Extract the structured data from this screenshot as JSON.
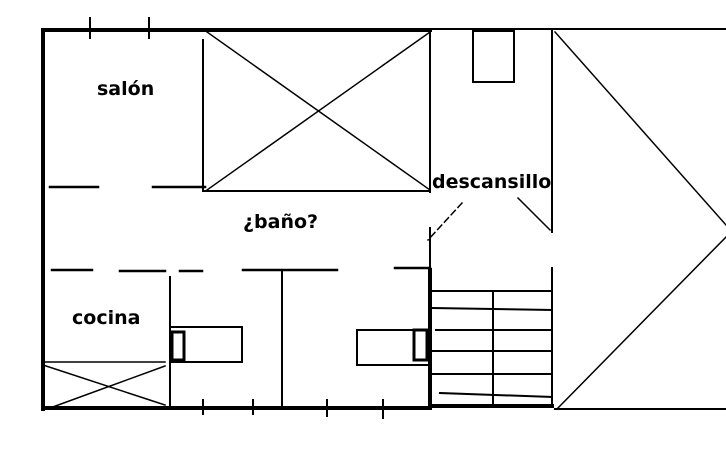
{
  "labels": {
    "salon": "salón",
    "bano": "¿baño?",
    "cocina": "cocina",
    "descansillo": "descansillo"
  },
  "colors": {
    "ink": "#000000",
    "paper": "#ffffff"
  }
}
